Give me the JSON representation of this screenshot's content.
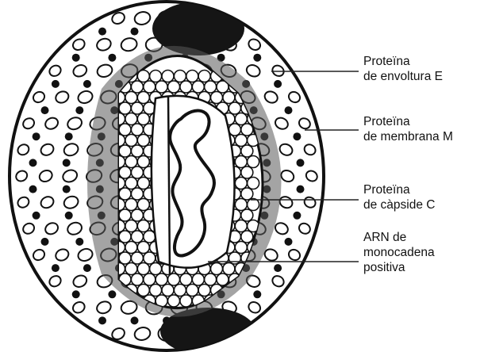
{
  "figure": {
    "palette": {
      "ink": "#111111",
      "shell": "#ffffff",
      "leader": "#222222"
    },
    "labels": [
      {
        "id": "envelope-protein-e",
        "lines": [
          "Proteïna",
          "de envoltura E"
        ]
      },
      {
        "id": "membrane-protein-m",
        "lines": [
          "Proteïna",
          "de membrana M"
        ]
      },
      {
        "id": "capsid-protein-c",
        "lines": [
          "Proteïna",
          "de càpside C"
        ]
      },
      {
        "id": "rna-genome",
        "lines": [
          "ARN de",
          "monocadena",
          "positiva"
        ]
      }
    ]
  }
}
